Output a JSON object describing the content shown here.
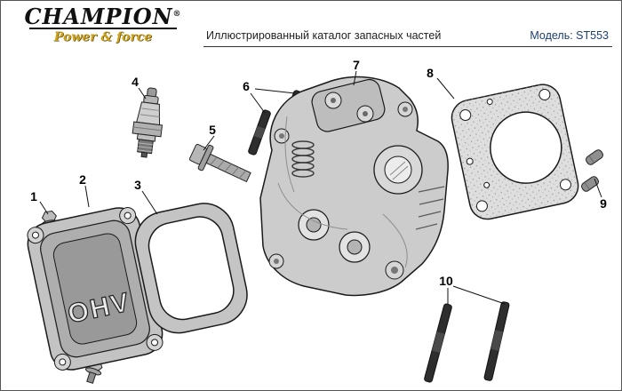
{
  "page": {
    "background_color": "#ffffff",
    "border_color": "#555555"
  },
  "header": {
    "logo": {
      "brand": "CHAMPION",
      "registered_mark": "®",
      "tagline": "Power & force",
      "brand_color": "#111111",
      "tagline_color": "#cfa21b"
    },
    "title": "Иллюстрированный каталог запасных частей",
    "model_label": "Модель: ST553",
    "model_text_color": "#1d3f72"
  },
  "diagram": {
    "cover_text": "OHV",
    "callouts": [
      "1",
      "2",
      "3",
      "4",
      "5",
      "6",
      "7",
      "8",
      "9",
      "10"
    ]
  }
}
